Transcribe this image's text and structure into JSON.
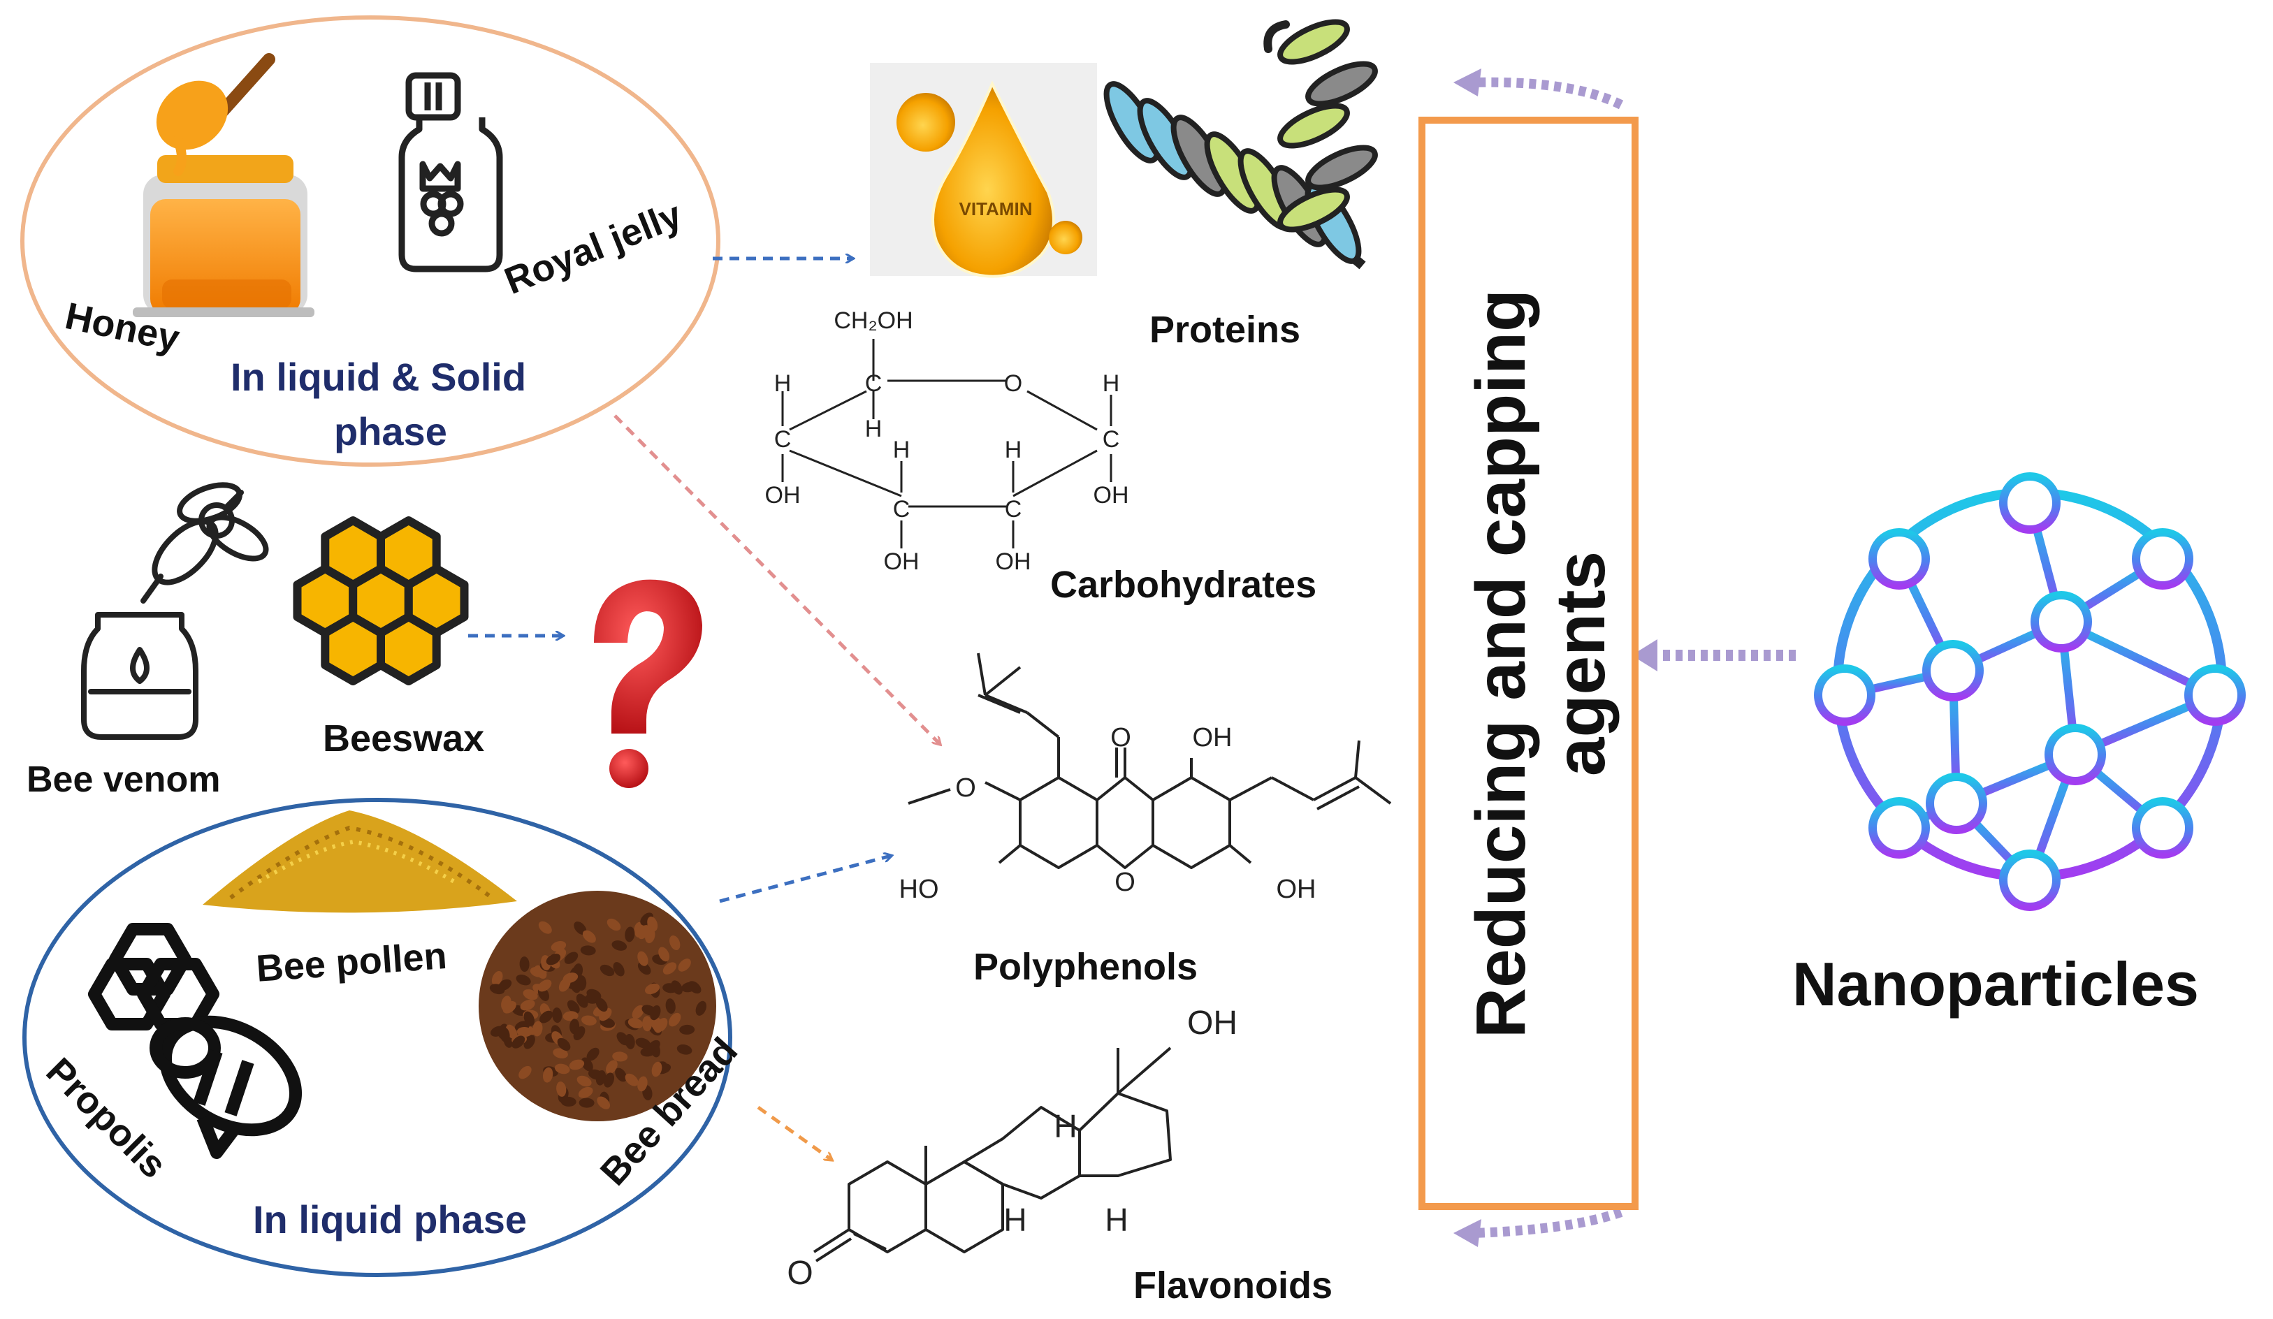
{
  "sources": {
    "liquid_solid": {
      "honey": "Honey",
      "royal_jelly": "Royal jelly",
      "phase_line1": "In liquid & Solid",
      "phase_line2": "phase"
    },
    "middle": {
      "bee_venom": "Bee venom",
      "beeswax": "Beeswax",
      "unknown": "?"
    },
    "liquid": {
      "bee_pollen": "Bee pollen",
      "propolis": "Propolis",
      "bee_bread": "Bee bread",
      "phase": "In liquid phase"
    }
  },
  "compounds": {
    "vitamin": "VITAMIN",
    "proteins": "Proteins",
    "carbohydrates": "Carbohydrates",
    "polyphenols": "Polyphenols",
    "flavonoids": "Flavonoids"
  },
  "chem_labels": {
    "ch2oh": "CH₂OH",
    "o": "O",
    "h": "H",
    "c": "C",
    "oh": "OH",
    "ho": "HO"
  },
  "agents": {
    "line1": "Reducing and capping",
    "line2": "agents"
  },
  "nanoparticles": "Nanoparticles",
  "colors": {
    "ellipse_top_border": "#f0b68c",
    "ellipse_bottom_border": "#2f63a6",
    "phase_text": "#1f2d6b",
    "agents_box_border": "#f39a4c",
    "arrow_blue": "#3c6fc0",
    "arrow_pink": "#e28f8f",
    "arrow_orange": "#f09a4a",
    "arrow_lavender": "#a99ad0",
    "honey": "#f39c12",
    "honeycomb": "#f7b500",
    "question": "#d9232a",
    "nano_gradient_top": "#1ec8e8",
    "nano_gradient_bottom": "#a23cf0"
  },
  "icons": [
    "honey-jar-icon",
    "royal-jelly-bottle-icon",
    "vitamin-drop-icon",
    "protein-helix-icon",
    "bee-venom-icon",
    "honeycomb-icon",
    "question-mark-icon",
    "propolis-icon",
    "bee-pollen-pile-icon",
    "bee-bread-icon",
    "nanoparticle-network-icon"
  ]
}
